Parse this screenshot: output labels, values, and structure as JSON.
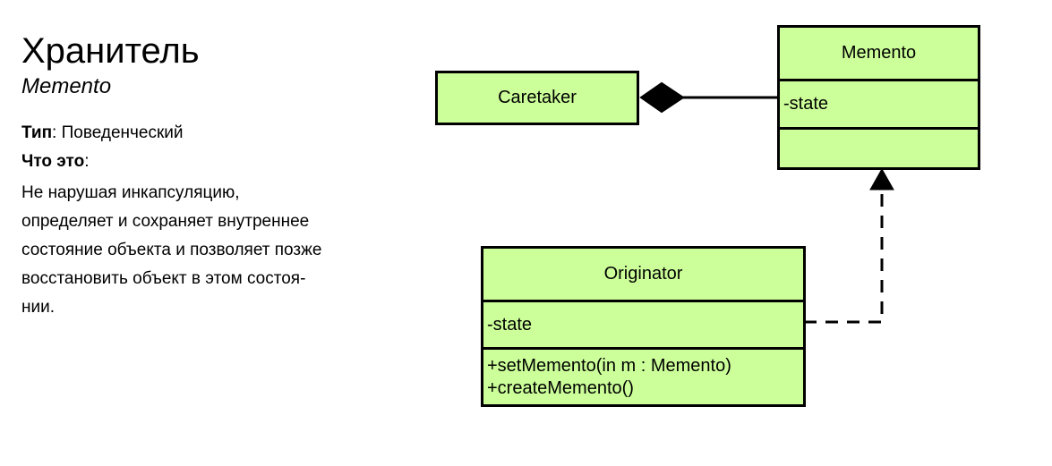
{
  "info_panel": {
    "title_ru": "Хранитель",
    "title_en": "Memento",
    "type_key": "Тип",
    "type_separator": ": ",
    "type_value": "Поведенческий",
    "what_key": "Что это",
    "what_separator": ":",
    "description_lines": [
      "Не нарушая инкапсуляцию,",
      "определяет и сохраняет внутреннее",
      "состояние объекта и позволяет позже",
      "восстановить объект в этом состоя-",
      "нии."
    ]
  },
  "diagram": {
    "type": "uml-class-diagram",
    "fill_color": "#ccff99",
    "stroke_color": "#000000",
    "classes": [
      {
        "id": "memento",
        "name": "Memento",
        "attributes": "-state",
        "operations": ""
      },
      {
        "id": "caretaker",
        "name": "Caretaker"
      },
      {
        "id": "originator",
        "name": "Originator",
        "attributes": "-state",
        "operations": "+setMemento(in m : Memento)\n+createMemento()"
      }
    ],
    "relations": [
      {
        "id": "caretaker-memento",
        "kind": "composition",
        "source": "caretaker",
        "target": "memento",
        "line_style": "solid",
        "source_decoration": "filled-diamond",
        "target_decoration": "none"
      },
      {
        "id": "originator-memento",
        "kind": "dependency",
        "source": "originator",
        "target": "memento",
        "line_style": "dashed",
        "source_decoration": "none",
        "target_decoration": "filled-arrow"
      }
    ]
  }
}
